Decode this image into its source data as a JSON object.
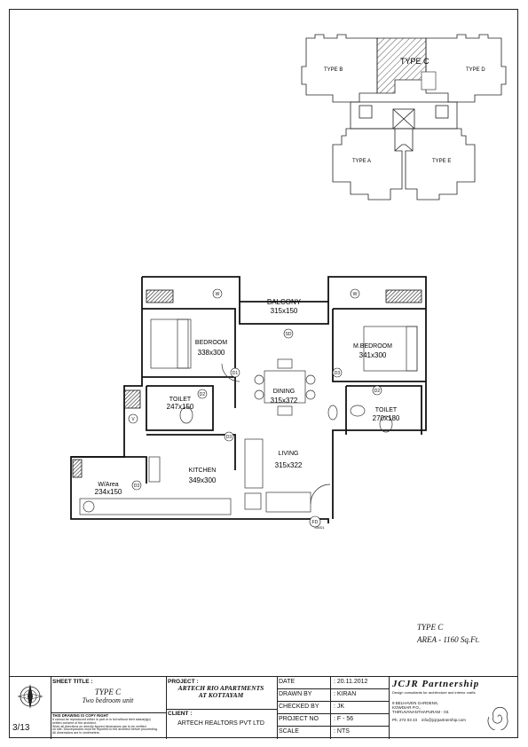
{
  "key_plan": {
    "units": [
      "TYPE B",
      "TYPE C",
      "TYPE D",
      "TYPE A",
      "TYPE E"
    ]
  },
  "rooms": {
    "balcony": {
      "name": "BALCONY",
      "size": "315x150"
    },
    "bedroom": {
      "name": "BEDROOM",
      "size": "338x300"
    },
    "master_bedroom": {
      "name": "M.BEDROOM",
      "size": "341x300"
    },
    "dining": {
      "name": "DINING",
      "size": "315x372"
    },
    "toilet1": {
      "name": "TOILET",
      "size": "247x150"
    },
    "toilet2": {
      "name": "TOILET",
      "size": "270x180"
    },
    "living": {
      "name": "LIVING",
      "size": "315x322"
    },
    "kitchen": {
      "name": "KITCHEN",
      "size": "349x300"
    },
    "work_area": {
      "name": "W/Area",
      "size": "234x150"
    }
  },
  "door_tags": [
    "D1",
    "D2",
    "D3",
    "D2",
    "D3",
    "D3",
    "SD",
    "W",
    "W",
    "V",
    "FD",
    "SWD1"
  ],
  "type_label": "TYPE C",
  "area_label": "AREA - 1160 Sq.Ft.",
  "title_block": {
    "sheet_title_label": "SHEET TITLE :",
    "sheet_title": "TYPE C",
    "sheet_subtitle": "Two bedroom unit",
    "copyright_title": "THIS DRAWING IS COPY RIGHT",
    "copyright_lines": [
      "It cannot be reproduced either in part or in full without their  status(typ)",
      "written consent of the architect.",
      "Work all directions on directly figured dimensions are to be verified",
      "on site. Discrepancies must be reported to the architect before proceeding.",
      "All dimensions are in centimeters."
    ],
    "sheet_no": "3/13",
    "project_label": "PROJECT :",
    "project_line1": "ARTECH RIO APARTMENTS",
    "project_line2": "AT KOTTAYAM",
    "client_label": "CLIENT :",
    "client": "ARTECH REALTORS PVT LTD",
    "date_label": "DATE",
    "date": ": 20.11.2012",
    "drawn_label": "DRAWN BY",
    "drawn": ": KIRAN",
    "checked_label": "CHECKED BY",
    "checked": ": JK",
    "project_no_label": "PROJECT NO",
    "project_no": ": F - 56",
    "scale_label": "SCALE",
    "scale": ": NTS",
    "firm_name": "JCJR Partnership",
    "firm_tagline": "Design consultants for architecture and interior crafts",
    "address1": "9 BELHAVEN GARDENS,",
    "address2": "KOWDIAR P.O.,",
    "address3": "THIRUVANANTHAPURAM - 03.",
    "phone": "Ph. 272 03 23",
    "email": "info@jcjrpartnership.com"
  }
}
